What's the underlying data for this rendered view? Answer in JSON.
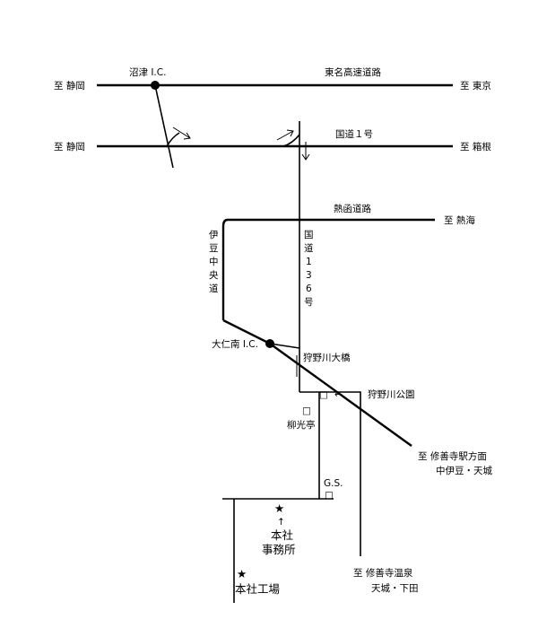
{
  "labels": {
    "to_shizuoka_top": "至 静岡",
    "numazu_ic": "沼津 I.C.",
    "tomei": "東名高速道路",
    "to_tokyo": "至 東京",
    "to_shizuoka_mid": "至 静岡",
    "route1": "国道１号",
    "to_hakone": "至 箱根",
    "netsukan": "熱函道路",
    "to_atami": "至 熱海",
    "izu_chuo": [
      "伊",
      "豆",
      "中",
      "央",
      "道"
    ],
    "route136": [
      "国",
      "道",
      "1",
      "3",
      "6",
      "号"
    ],
    "ohito_minami_ic": "大仁南 I.C.",
    "kano_bridge": "狩野川大橋",
    "kano_park": "狩野川公園",
    "ryukotei": "柳光亭",
    "to_shuzenji_station": "至 修善寺駅方面",
    "naka_izu_amagi": "中伊豆・天城",
    "gs": "G.S.",
    "honsha_office_1": "本社",
    "honsha_office_2": "事務所",
    "honsha_factory": "本社工場",
    "to_shuzenji_onsen": "至 修善寺温泉",
    "amagi_shimoda": "天城・下田"
  },
  "symbols": {
    "star": "★",
    "up_arrow": "↑",
    "left_arrow": "←",
    "square": "□"
  }
}
